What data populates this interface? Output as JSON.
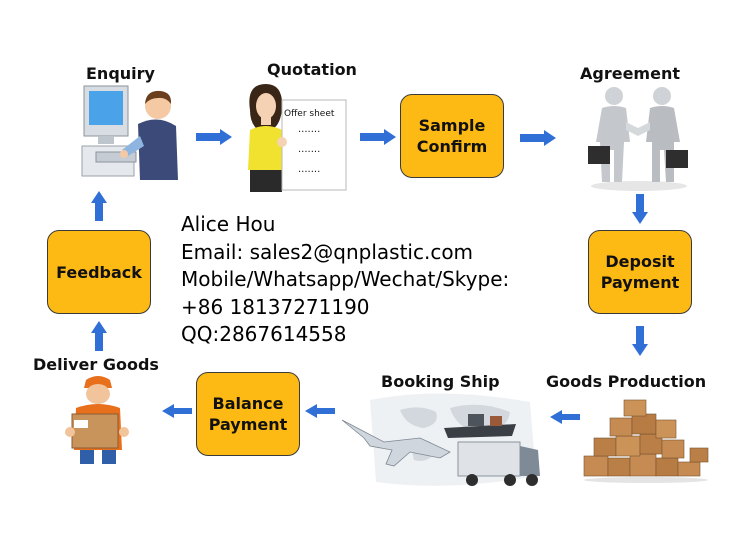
{
  "steps": {
    "enquiry": "Enquiry",
    "quotation": "Quotation",
    "offer_sheet": "Offer sheet",
    "sample_confirm": [
      "Sample",
      "Confirm"
    ],
    "agreement": "Agreement",
    "deposit_payment": [
      "Deposit",
      "Payment"
    ],
    "goods_production": "Goods Production",
    "booking_ship": "Booking Ship",
    "balance_payment": [
      "Balance",
      "Payment"
    ],
    "deliver_goods": "Deliver Goods",
    "feedback": "Feedback"
  },
  "contact": {
    "name": "Alice Hou",
    "email": "Email: sales2@qnplastic.com",
    "mobile_label": "Mobile/Whatsapp/Wechat/Skype:",
    "phone": "+86 18137271190",
    "qq": "QQ:2867614558"
  },
  "colors": {
    "box_fill": "#fdb914",
    "arrow": "#2f6fd6"
  },
  "icons": [
    "computer-user-icon",
    "woman-offer-sheet-icon",
    "handshake-icon",
    "cardboard-boxes-icon",
    "ship-plane-truck-icon",
    "delivery-man-icon"
  ]
}
